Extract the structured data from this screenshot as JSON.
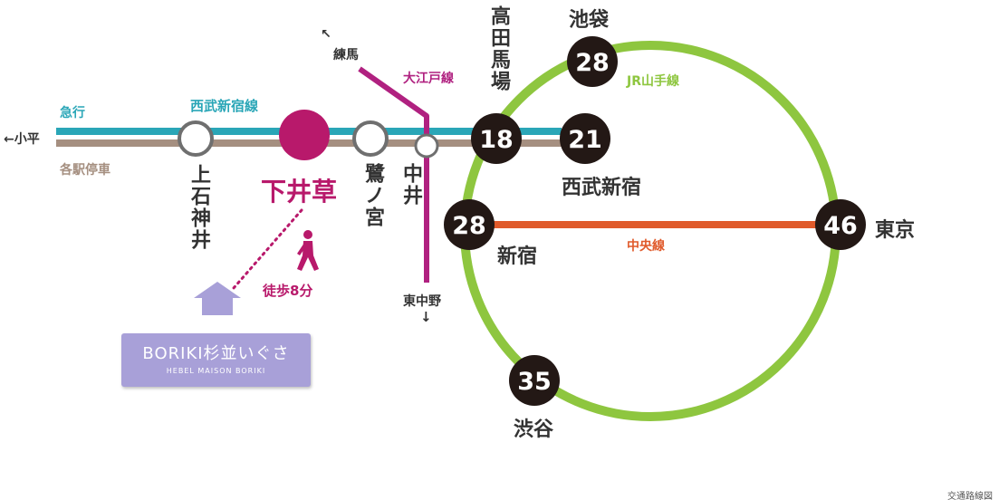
{
  "colors": {
    "express": "#2aa6b7",
    "local": "#a58f80",
    "oedo": "#b02180",
    "yamanote": "#8ec63f",
    "chuo": "#e05a2b",
    "shimoigusa": "#b8196b",
    "station_dark": "#231815",
    "home": "#a8a0d8"
  },
  "lines": {
    "express_label": "急行",
    "local_label": "各駅停車",
    "seibu_label": "西武新宿線",
    "oedo_label": "大江戸線",
    "yamanote_label": "JR山手線",
    "chuo_label": "中央線"
  },
  "directions": {
    "kodaira": "←小平",
    "nerima": "練馬",
    "nerima_arrow": "↖",
    "higashinakano": "東中野",
    "higashinakano_arrow": "↓"
  },
  "stations": {
    "kamishakujii": "上石神井",
    "shimoigusa": "下井草",
    "saginomiya": "鷺ノ宮",
    "nakai": "中井",
    "takadanobaba": "高田馬場",
    "seibushinjuku": "西武新宿",
    "shinjuku": "新宿",
    "ikebukuro": "池袋",
    "tokyo": "東京",
    "shibuya": "渋谷"
  },
  "minutes": {
    "takadanobaba": "18",
    "seibushinjuku": "21",
    "shinjuku": "28",
    "ikebukuro": "28",
    "tokyo": "46",
    "shibuya": "35"
  },
  "walk": {
    "text": "徒歩8分"
  },
  "property": {
    "name": "BORIKI杉並いぐさ",
    "sub": "HEBEL MAISON BORIKI"
  },
  "caption": "交通路線図"
}
